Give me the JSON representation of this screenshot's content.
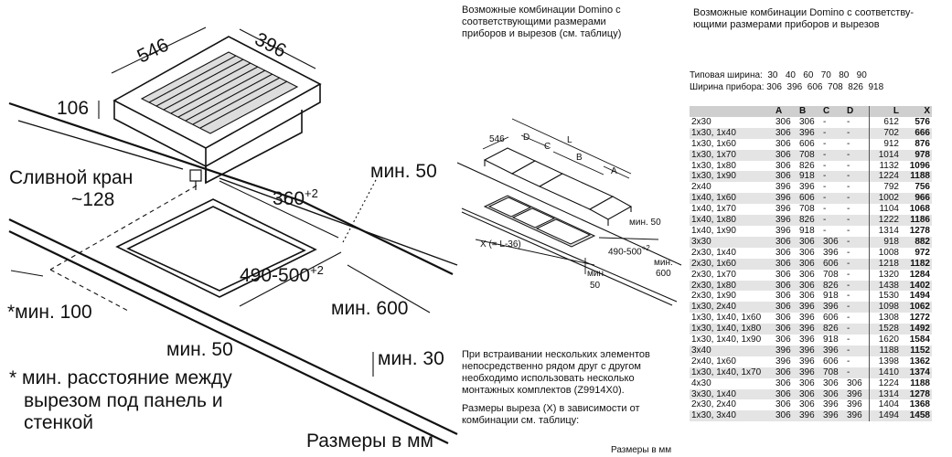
{
  "left": {
    "dim_depth": "546",
    "dim_width": "396",
    "dim_height": "106",
    "drain_label_1": "Сливной кран",
    "drain_label_2": "~128",
    "min50_top": "мин. 50",
    "dim_360": "360",
    "dim_360_sup": "+2",
    "dim_490": "490-500",
    "dim_490_sup": "+2",
    "min100": "*мин. 100",
    "min600": "мин. 600",
    "min50_bottom": "мин. 50",
    "min30": "мин. 30",
    "note_1": "* мин. расстояние между",
    "note_2": "вырезом под панель и",
    "note_3": "стенкой",
    "units": "Размеры в мм"
  },
  "middle": {
    "title_1": "Возможные комбинации Domino с",
    "title_2": "соответствующими размерами",
    "title_3": "приборов и вырезов (см. таблицу)",
    "d546": "546",
    "lbl_d": "D",
    "lbl_c": "C",
    "lbl_l": "L",
    "lbl_b": "B",
    "lbl_a": "A",
    "min50": "мин. 50",
    "x_label": "X (= L-36)",
    "d490": "490-500",
    "d490_sup": "+2",
    "min600_a": "мин.",
    "min600_b": "600",
    "min50b_a": "мин.",
    "min50b_b": "50",
    "para1_1": "При встраивании нескольких элементов",
    "para1_2": "непосредственно рядом друг с другом",
    "para1_3": "необходимо использовать несколько",
    "para1_4": "монтажных комплектов (Z9914X0).",
    "para2_1": "Размеры выреза (X) в зависимости от",
    "para2_2": "комбинации см. таблицу:",
    "units": "Размеры в мм"
  },
  "right": {
    "title_1": "Возможные комбинации Domino с соответству-",
    "title_2": "ющими размерами приборов и вырезов",
    "typical_width": "Типовая ширина:  30   40   60   70   80   90",
    "device_width": "Ширина прибора: 306  396  606  708  826  918",
    "header": [
      "",
      "A",
      "B",
      "C",
      "D",
      "L",
      "X"
    ],
    "rows": [
      [
        "2x30",
        "306",
        "306",
        "-",
        "-",
        "612",
        "576"
      ],
      [
        "1x30, 1x40",
        "306",
        "396",
        "-",
        "-",
        "702",
        "666"
      ],
      [
        "1x30, 1x60",
        "306",
        "606",
        "-",
        "-",
        "912",
        "876"
      ],
      [
        "1x30, 1x70",
        "306",
        "708",
        "-",
        "-",
        "1014",
        "978"
      ],
      [
        "1x30, 1x80",
        "306",
        "826",
        "-",
        "-",
        "1132",
        "1096"
      ],
      [
        "1x30, 1x90",
        "306",
        "918",
        "-",
        "-",
        "1224",
        "1188"
      ],
      [
        "2x40",
        "396",
        "396",
        "-",
        "-",
        "792",
        "756"
      ],
      [
        "1x40, 1x60",
        "396",
        "606",
        "-",
        "-",
        "1002",
        "966"
      ],
      [
        "1x40, 1x70",
        "396",
        "708",
        "-",
        "-",
        "1104",
        "1068"
      ],
      [
        "1x40, 1x80",
        "396",
        "826",
        "-",
        "-",
        "1222",
        "1186"
      ],
      [
        "1x40, 1x90",
        "396",
        "918",
        "-",
        "-",
        "1314",
        "1278"
      ],
      [
        "3x30",
        "306",
        "306",
        "306",
        "-",
        "918",
        "882"
      ],
      [
        "2x30, 1x40",
        "306",
        "306",
        "396",
        "-",
        "1008",
        "972"
      ],
      [
        "2x30, 1x60",
        "306",
        "306",
        "606",
        "-",
        "1218",
        "1182"
      ],
      [
        "2x30, 1x70",
        "306",
        "306",
        "708",
        "-",
        "1320",
        "1284"
      ],
      [
        "2x30, 1x80",
        "306",
        "306",
        "826",
        "-",
        "1438",
        "1402"
      ],
      [
        "2x30, 1x90",
        "306",
        "306",
        "918",
        "-",
        "1530",
        "1494"
      ],
      [
        "1x30, 2x40",
        "306",
        "396",
        "396",
        "-",
        "1098",
        "1062"
      ],
      [
        "1x30, 1x40, 1x60",
        "306",
        "396",
        "606",
        "-",
        "1308",
        "1272"
      ],
      [
        "1x30, 1x40, 1x80",
        "306",
        "396",
        "826",
        "-",
        "1528",
        "1492"
      ],
      [
        "1x30, 1x40, 1x90",
        "306",
        "396",
        "918",
        "-",
        "1620",
        "1584"
      ],
      [
        "3x40",
        "396",
        "396",
        "396",
        "-",
        "1188",
        "1152"
      ],
      [
        "2x40, 1x60",
        "396",
        "396",
        "606",
        "-",
        "1398",
        "1362"
      ],
      [
        "1x30, 1x40, 1x70",
        "306",
        "396",
        "708",
        "-",
        "1410",
        "1374"
      ],
      [
        "4x30",
        "306",
        "306",
        "306",
        "306",
        "1224",
        "1188"
      ],
      [
        "3x30, 1x40",
        "306",
        "306",
        "306",
        "396",
        "1314",
        "1278"
      ],
      [
        "2x30, 2x40",
        "306",
        "306",
        "396",
        "396",
        "1404",
        "1368"
      ],
      [
        "1x30, 3x40",
        "306",
        "396",
        "396",
        "396",
        "1494",
        "1458"
      ]
    ]
  }
}
